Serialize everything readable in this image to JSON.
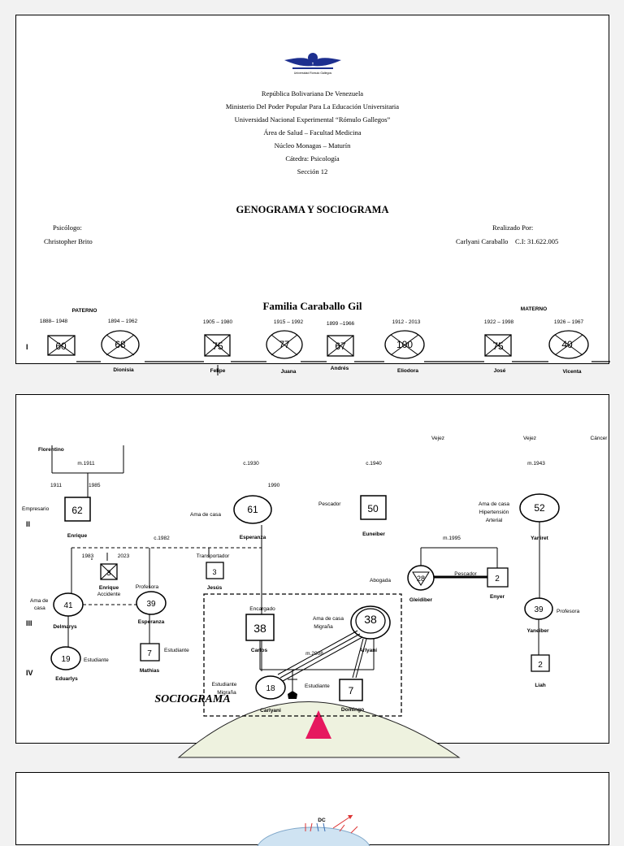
{
  "header": {
    "logo_caption": "Universidad Rómulo Gallegos",
    "lines": [
      "República Bolivariana De Venezuela",
      "Ministerio Del Poder Popular Para La Educación Universitaria",
      "Universidad Nacional Experimental “Rómulo Gallegos”",
      "Área de Salud – Facultad Medicina",
      "Núcleo Monagas – Maturín",
      "Cátedra: Psicología",
      "Sección 12"
    ]
  },
  "title": "GENOGRAMA Y SOCIOGRAMA",
  "psychologist": {
    "label": "Psicólogo:",
    "name": "Christopher Brito"
  },
  "author": {
    "label": "Realizado Por:",
    "name": "Carlyani Caraballo",
    "ci": "C.I: 31.622.005"
  },
  "family_title": "Familia Caraballo Gil",
  "side_paterno": "PATERNO",
  "side_materno": "MATERNO",
  "generations": {
    "g1": "I",
    "g2": "II",
    "g3": "III",
    "g4": "IV"
  },
  "gen1": [
    {
      "dates": "1888– 1948",
      "age": "60",
      "name": ""
    },
    {
      "dates": "1894 – 1962",
      "age": "68",
      "name": "Dionisia"
    },
    {
      "dates": "1905 – 1980",
      "age": "75",
      "name": "Felipe"
    },
    {
      "dates": "1915 – 1992",
      "age": "77",
      "name": "Juana"
    },
    {
      "dates": "1899 –1966",
      "age": "67",
      "name": "Andrés"
    },
    {
      "dates": "1912 - 2013",
      "age": "100",
      "name": "Eliodora"
    },
    {
      "dates": "1922 – 1998",
      "age": "75",
      "name": "José"
    },
    {
      "dates": "1926 – 1967",
      "age": "40",
      "name": "Vicenta"
    }
  ],
  "page2": {
    "florentino": "Florentino",
    "m1911": "m.1911",
    "y1911": "1911",
    "y1985": "1985",
    "c1930": "c.1930",
    "y1990": "1990",
    "c1940": "c.1940",
    "vejez1": "Vejez",
    "vejez2": "Vejez",
    "cancer": "Cáncer",
    "m1943": "m.1943",
    "empresario": "Empresario",
    "enrique_age": "62",
    "enrique": "Enrique",
    "amadecasa1": "Ama de casa",
    "esperanza_age": "61",
    "esperanza": "Esperanza",
    "pescador1": "Pescador",
    "euneiber_age": "50",
    "euneiber": "Euneiber",
    "yaniret_role1": "Ama de casa",
    "yaniret_role2": "Hipertensión",
    "yaniret_role3": "Arterial",
    "yaniret_age": "52",
    "yaniret": "Yaniret",
    "c1982": "c.1982",
    "m1995": "m.1995",
    "y1983": "1983",
    "y2023": "2023",
    "enrique2_age": "3",
    "enrique2": "Enrique",
    "accidente": "Accidente",
    "transportador": "Transportador",
    "jesus_age": "3",
    "jesus": "Jesús",
    "abogada": "Abogada",
    "gleidiber_age": "28",
    "gleidiber": "Gleidiber",
    "pescador2": "Pescador",
    "enyer_age": "2",
    "enyer": "Enyer",
    "amadecasa2a": "Ama de",
    "amadecasa2b": "casa",
    "delmarys_age": "41",
    "delmarys": "Delmarys",
    "profesora1": "Profesora",
    "esperanza2_age": "39",
    "esperanza2": "Esperanza",
    "encargado": "Encargado",
    "carlos_age": "38",
    "carlos": "Carlos",
    "arlyani_role1": "Ama de casa",
    "arlyani_role2": "Migraña",
    "arlyani_age": "38",
    "arlyani": "Arlyani",
    "yaneiber_age": "39",
    "profesora2": "Profesora",
    "yaneiber": "Yaneiber",
    "eduarlys_age": "19",
    "estudiante1": "Estudiante",
    "eduarlys": "Eduarlys",
    "mathias_age": "7",
    "estudiante2": "Estudiante",
    "mathias": "Mathias",
    "m2008": "m.2008",
    "carlyani_role1": "Estudiante",
    "carlyani_role2": "Migraña",
    "carlyani_age": "18",
    "estudiante3": "Estudiante",
    "domingo_age": "7",
    "carlyani": "Carlyani",
    "domingo": "Domingo",
    "liah_age": "2",
    "liah": "Liah",
    "sociograma": "SOCIOGRAMA"
  },
  "page3": {
    "dc": "DC"
  },
  "colors": {
    "accent_triangle": "#e6185f",
    "sociogram_fill": "#eef2df",
    "sociograma_text": "#2b4a8a",
    "logo_blue": "#1d2f8f"
  },
  "icons": {
    "logo": "university-wing-logo-icon"
  }
}
